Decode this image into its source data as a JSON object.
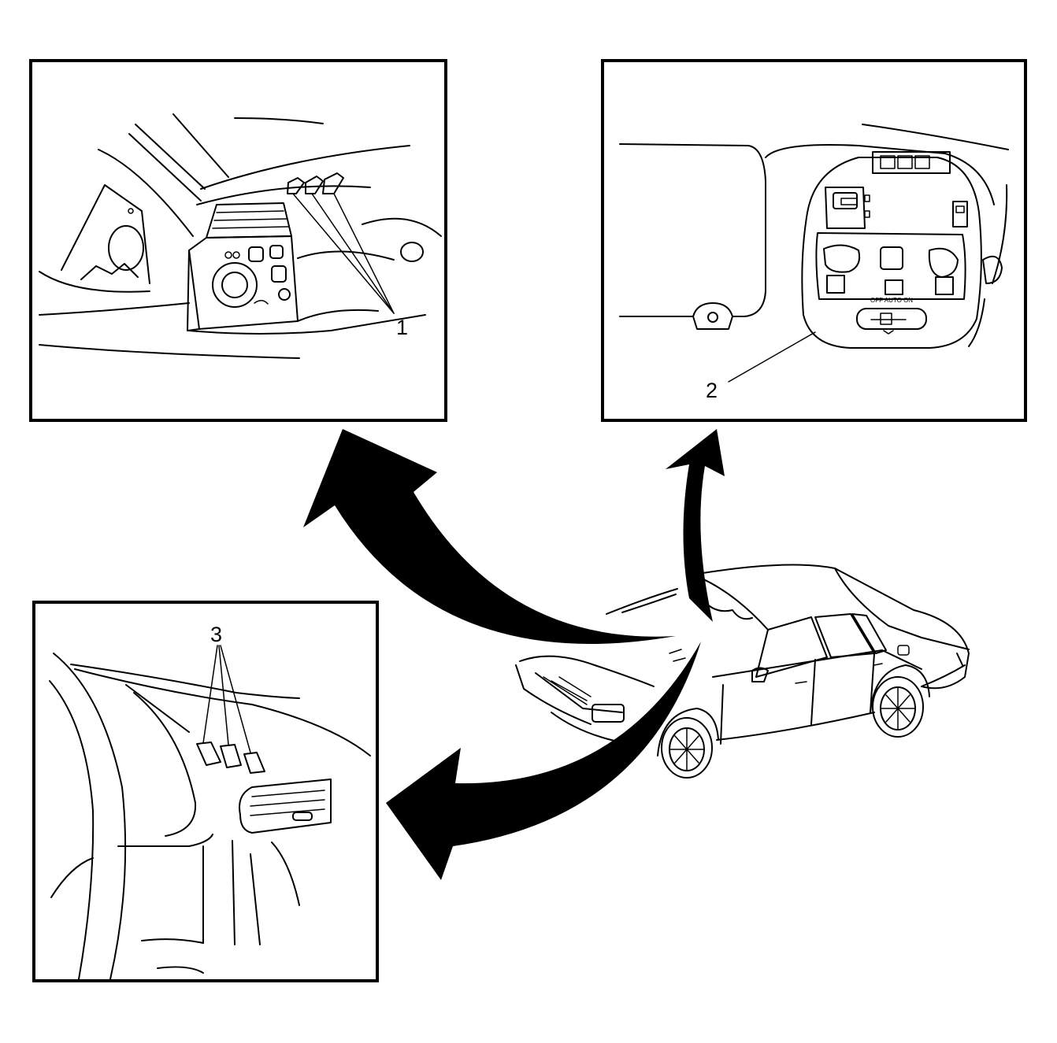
{
  "callouts": {
    "one": "1",
    "two": "2",
    "three": "3"
  },
  "overhead_console_label": "OFF AUTO ON",
  "colors": {
    "ink": "#000000",
    "paper": "#ffffff"
  }
}
